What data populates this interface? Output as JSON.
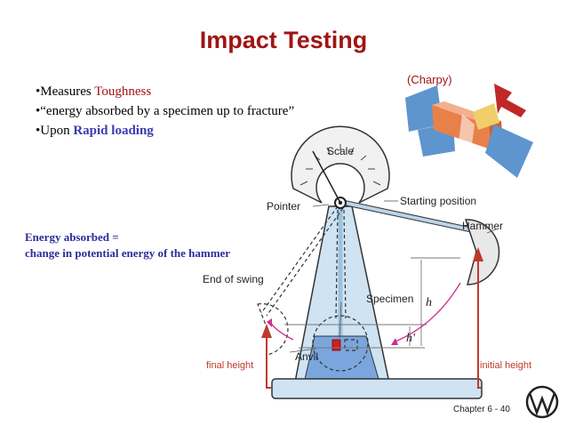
{
  "slide": {
    "title": "Impact Testing",
    "bullets": {
      "b1_prefix": "•Measures ",
      "b1_emph": "Toughness",
      "b2": "•“energy absorbed by a specimen up to fracture”",
      "b3_prefix": "•Upon ",
      "b3_emph": "Rapid loading"
    },
    "energy_line1": "Energy absorbed =",
    "energy_line2": "change in potential energy of the hammer",
    "charpy": "(Charpy)",
    "chapter_prefix": "Chapter 6 -",
    "page_number": "40"
  },
  "diagram": {
    "scale": "Scale",
    "pointer": "Pointer",
    "starting_position": "Starting position",
    "hammer": "Hammer",
    "end_of_swing": "End of swing",
    "specimen": "Specimen",
    "anvil": "Anvil",
    "h": "h",
    "h_prime": "h'",
    "final_height": "final height",
    "initial_height": "initial height"
  },
  "colors": {
    "title": "#a01414",
    "emphasis_blue": "#3a3ab0",
    "arrow_red": "#c0392b",
    "frame_blue": "#cfe3f3"
  }
}
